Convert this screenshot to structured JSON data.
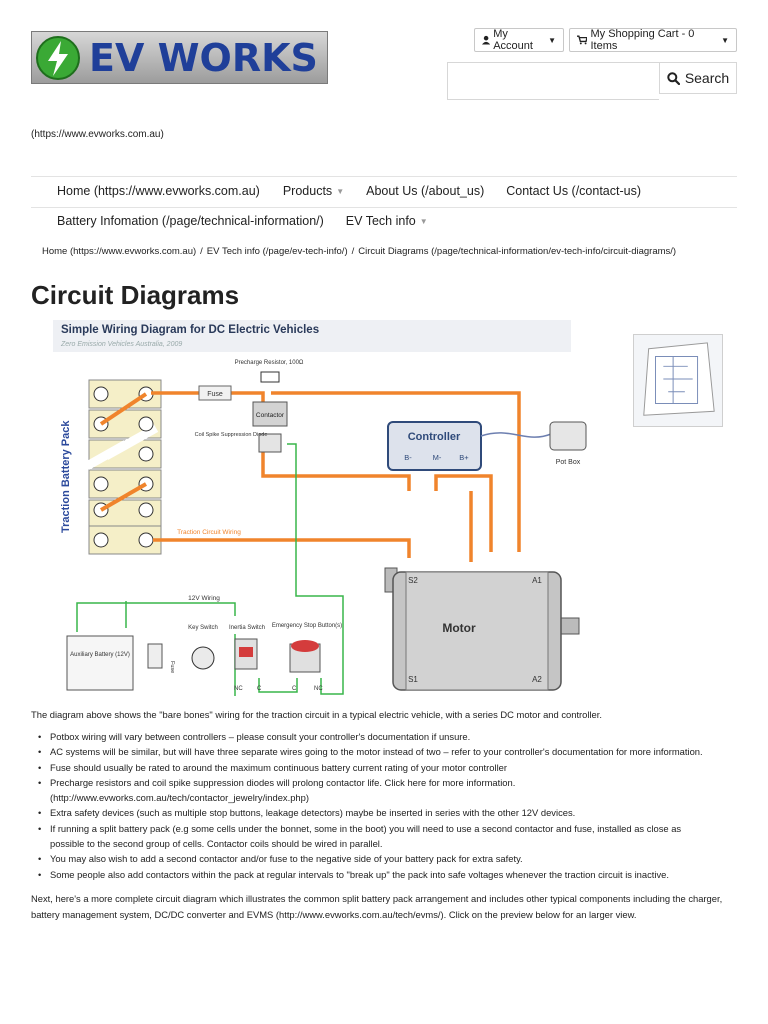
{
  "header": {
    "logo_text": "EV WORKS",
    "account_label": "My Account",
    "cart_label": "My Shopping Cart - 0 Items",
    "search_label": "Search",
    "search_placeholder": "",
    "site_url": "(https://www.evworks.com.au)"
  },
  "nav": {
    "row1": [
      {
        "label": "Home (https://www.evworks.com.au)",
        "dropdown": false
      },
      {
        "label": "Products",
        "dropdown": true
      },
      {
        "label": "About Us (/about_us)",
        "dropdown": false
      },
      {
        "label": "Contact Us (/contact-us)",
        "dropdown": false
      }
    ],
    "row2": [
      {
        "label": "Battery Infomation (/page/technical-information/)",
        "dropdown": false
      },
      {
        "label": "EV Tech info",
        "dropdown": true
      }
    ]
  },
  "breadcrumb": [
    "Home (https://www.evworks.com.au)",
    "EV Tech info (/page/ev-tech-info/)",
    "Circuit Diagrams (/page/technical-information/ev-tech-info/circuit-diagrams/)"
  ],
  "page_title": "Circuit Diagrams",
  "diagram": {
    "title": "Simple Wiring Diagram for DC Electric Vehicles",
    "subtitle": "Zero Emission Vehicles Australia, 2009",
    "battery_pack_label": "Traction Battery Pack",
    "fuse": "Fuse",
    "precharge": "Precharge Resistor, 100Ω",
    "contactor": "Contactor",
    "coil_spike": "Coil Spike Suppression Diode",
    "controller": "Controller",
    "terminal_bminus": "B-",
    "terminal_mminus": "M-",
    "terminal_bplus": "B+",
    "pot_box": "Pot Box",
    "traction_wiring": "Traction Circuit Wiring",
    "wiring_12v": "12V Wiring",
    "key_switch": "Key Switch",
    "inertia_switch": "Inertia Switch",
    "estop": "Emergency Stop Button(s)",
    "aux_battery": "Auxiliary Battery (12V)",
    "fuse2": "Fuse",
    "nc": "NC",
    "c": "C",
    "motor": "Motor",
    "s2": "S2",
    "a1": "A1",
    "s1": "S1",
    "a2": "A2",
    "colors": {
      "traction": "#f0842c",
      "low_voltage": "#39b54a",
      "controller": "#2f4a7a"
    }
  },
  "intro": "The diagram above shows the \"bare bones\" wiring for the traction circuit in a typical electric vehicle, with a series DC motor and controller.",
  "bullets": [
    [
      "Potbox wiring will vary between controllers – please consult your controller's documentation if unsure."
    ],
    [
      "AC systems will be similar, but will have three separate wires going to the motor instead of two – refer to your controller's documentation for more information."
    ],
    [
      "Fuse should usually be rated to around the maximum continuous battery current rating of your motor controller"
    ],
    [
      "Precharge resistors and coil spike suppression diodes will prolong contactor life. Click here for more information.",
      "(http://www.evworks.com.au/tech/contactor_jewelry/index.php)"
    ],
    [
      "Extra safety devices (such as multiple stop buttons, leakage detectors) maybe be inserted in series with the other 12V devices."
    ],
    [
      "If running a split battery pack (e.g some cells under the bonnet, some in the boot) you will need to use a second contactor and fuse, installed as close as",
      "possible to the second group of cells. Contactor coils should be wired in parallel."
    ],
    [
      "You may also wish to add a second contactor and/or fuse to the negative side of your battery pack for extra safety."
    ],
    [
      "Some people also add contactors within the pack at regular intervals to \"break up\" the pack into safe voltages whenever the traction circuit is inactive."
    ]
  ],
  "outro": "Next, here's a more complete circuit diagram which illustrates the common split battery pack arrangement and includes other typical components including the charger, battery management system, DC/DC converter and EVMS (http://www.evworks.com.au/tech/evms/). Click on the preview below for an larger view."
}
